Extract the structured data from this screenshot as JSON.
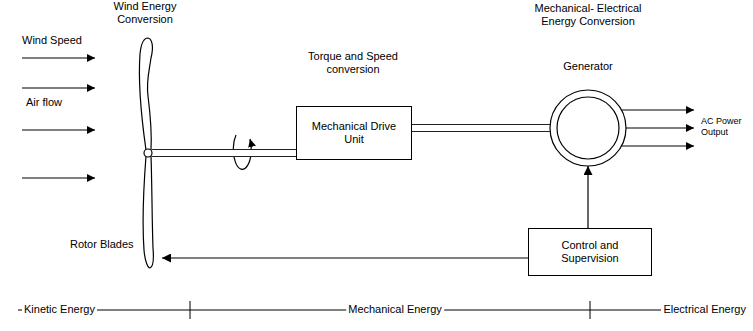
{
  "diagram": {
    "nodes": [
      {
        "text": [
          "Rotor Blades"
        ]
      },
      {
        "text": [
          "Mechanical Drive Unit"
        ]
      },
      {
        "text": [
          "Generator"
        ]
      },
      {
        "text": [
          "Control and Supervision"
        ]
      }
    ],
    "edges": [
      {
        "from": 0,
        "to": 1,
        "arrow": "none"
      },
      {
        "from": 1,
        "to": 2,
        "arrow": "none"
      },
      {
        "from": 3,
        "to": 2,
        "arrow": "to"
      },
      {
        "from": 3,
        "to": 0,
        "arrow": "to"
      }
    ],
    "labels": [
      "Wind Energy Conversion",
      "Wind Speed",
      "Air flow",
      "Torque and Speed conversion",
      "Mechanical- Electrical Energy Conversion",
      "AC Power Output",
      "Kinetic Energy",
      "Mechanical Energy",
      "Electrical Energy"
    ]
  }
}
